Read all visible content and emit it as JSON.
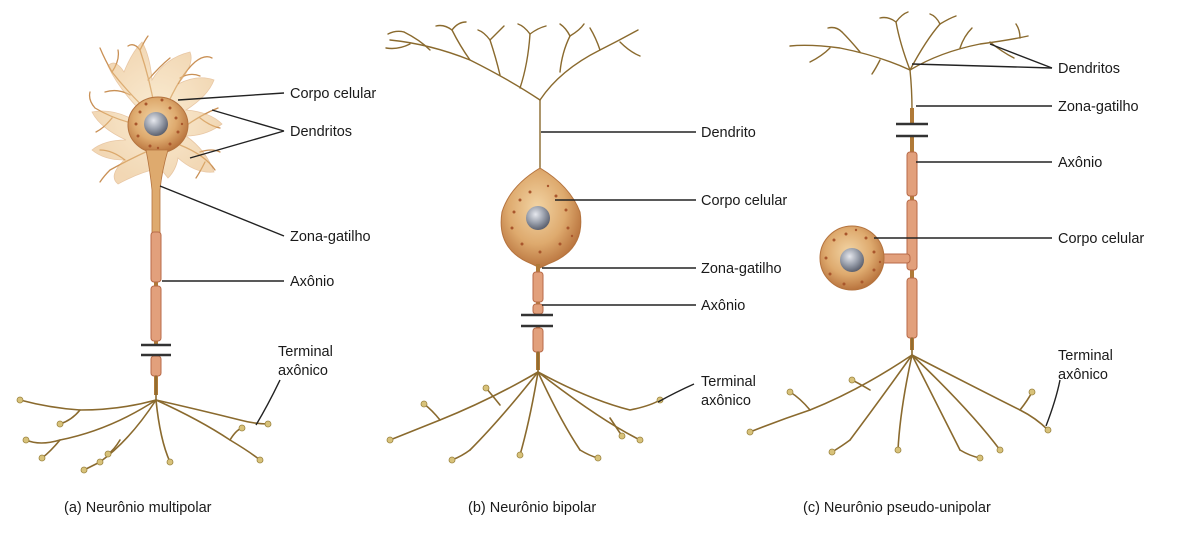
{
  "panels": {
    "multipolar": {
      "caption": "(a) Neurônio multipolar",
      "labels": {
        "cell_body": "Corpo celular",
        "dendrites": "Dendritos",
        "trigger_zone": "Zona-gatilho",
        "axon": "Axônio",
        "axon_terminal_1": "Terminal",
        "axon_terminal_2": "axônico"
      }
    },
    "bipolar": {
      "caption": "(b) Neurônio bipolar",
      "labels": {
        "dendrite": "Dendrito",
        "cell_body": "Corpo celular",
        "trigger_zone": "Zona-gatilho",
        "axon": "Axônio",
        "axon_terminal_1": "Terminal",
        "axon_terminal_2": "axônico"
      }
    },
    "pseudounipolar": {
      "caption": "(c) Neurônio pseudo-unipolar",
      "labels": {
        "dendrites": "Dendritos",
        "trigger_zone": "Zona-gatilho",
        "axon": "Axônio",
        "cell_body": "Corpo celular",
        "axon_terminal_1": "Terminal",
        "axon_terminal_2": "axônico"
      }
    }
  },
  "colors": {
    "dendrite": "#8a6a2e",
    "soma_fill": "#d9a063",
    "soma_dots": "#a9562c",
    "nucleus": "#8f96a3",
    "axon_segment": "#e2a07c",
    "terminal_knob": "#d8c27a"
  }
}
